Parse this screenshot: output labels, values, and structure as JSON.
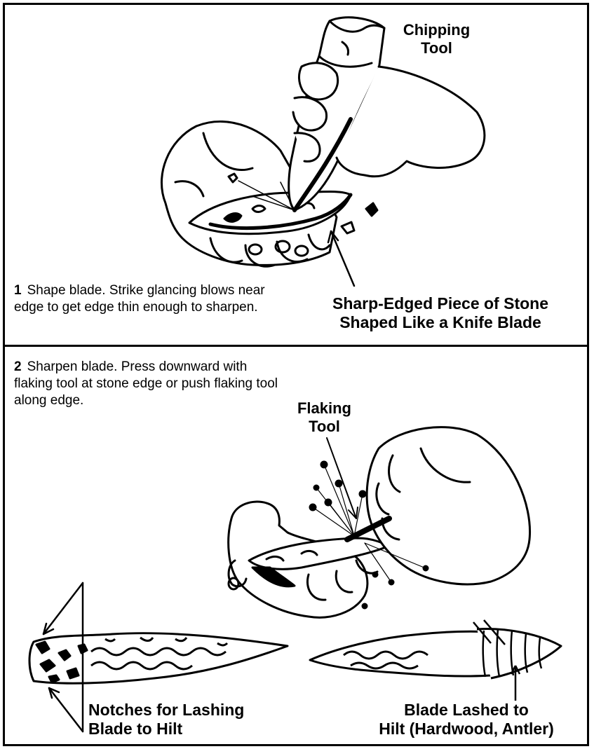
{
  "panel_1": {
    "step_number": "1",
    "step_text": "Shape blade. Strike glancing blows near edge to get edge thin enough to sharpen.",
    "label_chipping_tool_line1": "Chipping",
    "label_chipping_tool_line2": "Tool",
    "label_stone_line1": "Sharp-Edged Piece of Stone",
    "label_stone_line2": "Shaped Like a Knife Blade"
  },
  "panel_2": {
    "step_number": "2",
    "step_text": "Sharpen blade. Press downward with flaking tool at stone edge or push flaking tool along edge.",
    "label_flaking_tool_line1": "Flaking",
    "label_flaking_tool_line2": "Tool",
    "label_notches_line1": "Notches for Lashing",
    "label_notches_line2": "Blade to Hilt",
    "label_lashed_line1": "Blade Lashed to",
    "label_lashed_line2": "Hilt (Hardwood, Antler)"
  }
}
